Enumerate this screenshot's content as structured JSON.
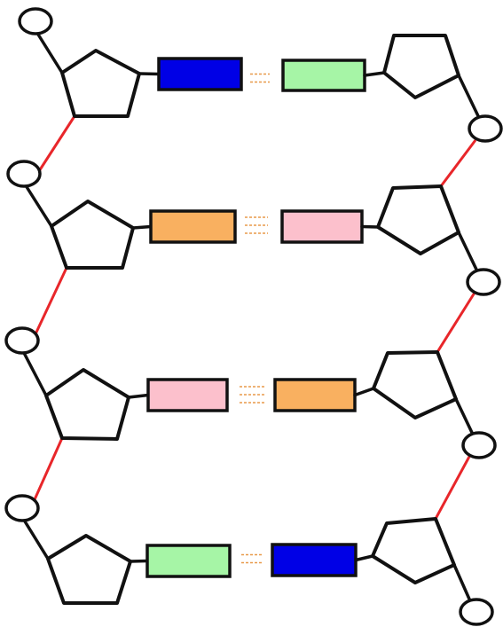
{
  "colors": {
    "blue": "#0000e6",
    "green": "#a6f5a6",
    "orange": "#f9b060",
    "pink": "#fcc0cc",
    "backbone": "#e8262a",
    "hydrogen_bond": "#e89a4a",
    "outline": "#111111"
  },
  "rungs": [
    {
      "left_base": "blue",
      "right_base": "green",
      "hydrogen_bonds": 2
    },
    {
      "left_base": "orange",
      "right_base": "pink",
      "hydrogen_bonds": 3
    },
    {
      "left_base": "pink",
      "right_base": "orange",
      "hydrogen_bonds": 3
    },
    {
      "left_base": "green",
      "right_base": "blue",
      "hydrogen_bonds": 2
    }
  ]
}
